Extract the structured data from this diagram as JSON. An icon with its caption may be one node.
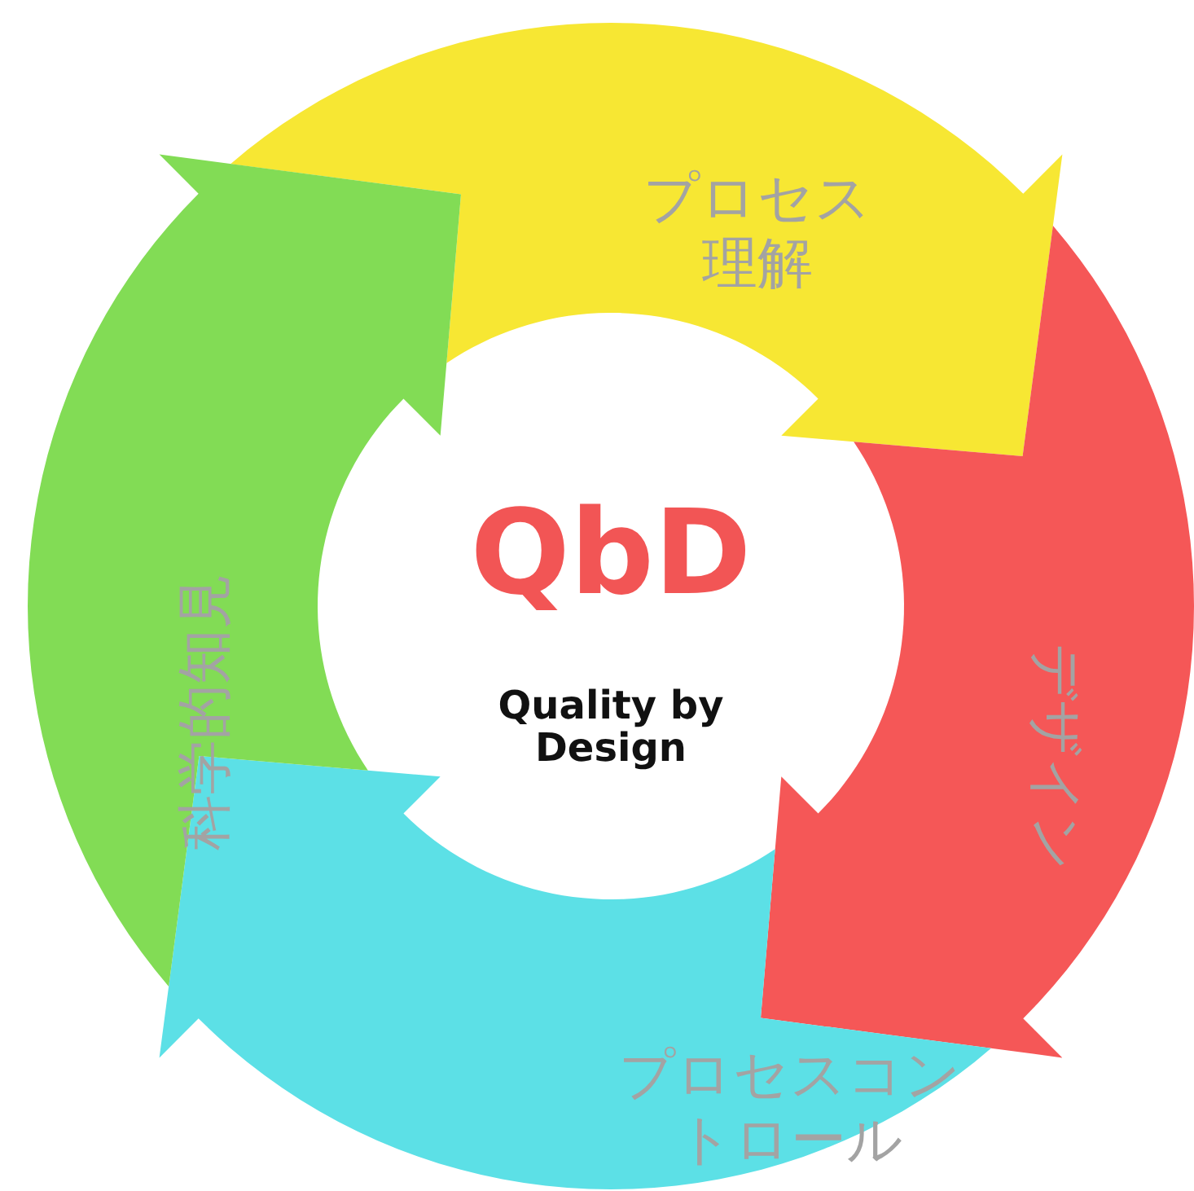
{
  "diagram": {
    "nodes": [
      {
        "text": [
          "プロセス理解"
        ]
      },
      {
        "text": [
          "デザイン"
        ]
      },
      {
        "text": [
          "プロセスコントロール"
        ]
      },
      {
        "text": [
          "科学的知見"
        ]
      }
    ],
    "labels": [
      "QbD",
      "Quality by Design"
    ]
  }
}
